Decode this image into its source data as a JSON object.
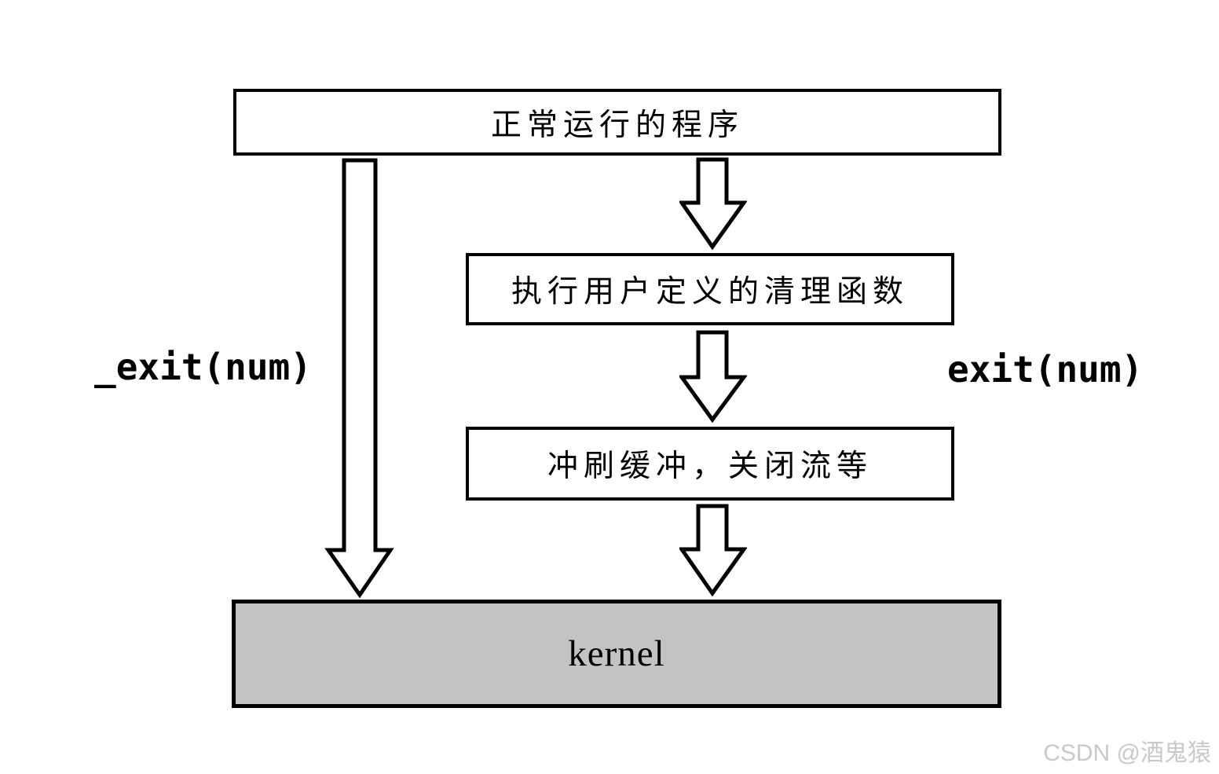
{
  "diagram": {
    "title_semantic": "exit vs _exit flow diagram",
    "boxes": {
      "program": {
        "label": "正常运行的程序"
      },
      "cleanup": {
        "label": "执行用户定义的清理函数"
      },
      "flush": {
        "label": "冲刷缓冲，关闭流等"
      },
      "kernel": {
        "label": "kernel"
      }
    },
    "labels": {
      "left_call": "_exit(num)",
      "right_call": "exit(num)"
    },
    "arrows": [
      {
        "name": "program-to-kernel-direct",
        "direction": "down"
      },
      {
        "name": "program-to-cleanup",
        "direction": "down"
      },
      {
        "name": "cleanup-to-flush",
        "direction": "down"
      },
      {
        "name": "flush-to-kernel",
        "direction": "down"
      }
    ],
    "colors": {
      "background": "#ffffff",
      "box_border": "#000000",
      "box_fill": "#ffffff",
      "kernel_fill": "#c3c3c4",
      "arrow_stroke": "#000000",
      "arrow_fill": "#ffffff",
      "watermark_color": "#c9c9c9"
    },
    "watermark": "CSDN @酒鬼猿"
  }
}
